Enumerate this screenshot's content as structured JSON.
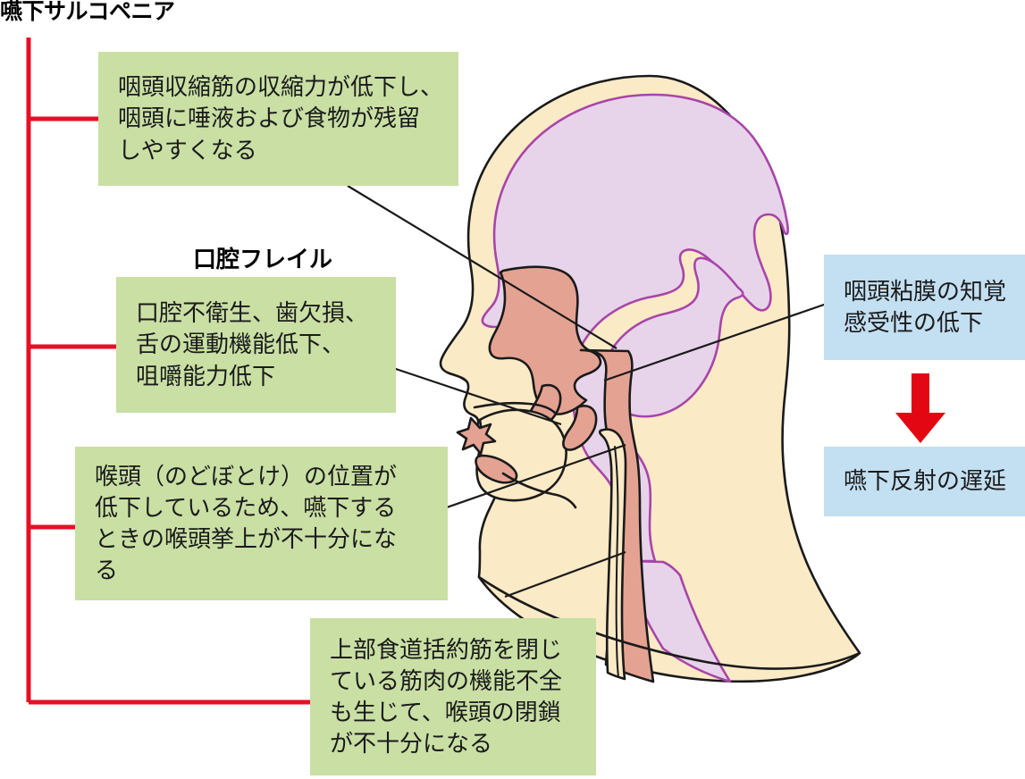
{
  "title": "嚥下サルコペニア",
  "colors": {
    "bracket_red": "#e60f25",
    "green_box": "#c9dfa4",
    "blue_box": "#c3dff2",
    "arrow_red": "#e30613",
    "skin": "#fbeac6",
    "brain": "#e7d4ea",
    "mucosa": "#e4a293",
    "outline": "#1a1a1a",
    "brain_outline": "#a845a8"
  },
  "section_labels": [
    {
      "name": "oral-frailty",
      "text": "口腔フレイル"
    }
  ],
  "callouts": [
    {
      "id": "pharyngeal-constrictor",
      "kind": "green",
      "text": "咽頭収縮筋の収縮力が低下し、\n咽頭に唾液および食物が残留\nしやすくなる"
    },
    {
      "id": "oral-frailty-detail",
      "kind": "green",
      "text": "口腔不衛生、歯欠損、\n舌の運動機能低下、\n咀嚼能力低下"
    },
    {
      "id": "larynx-position",
      "kind": "green",
      "text": "喉頭（のどぼとけ）の位置が\n低下しているため、嚥下する\nときの喉頭挙上が不十分にな\nる"
    },
    {
      "id": "upper-esophageal-sphincter",
      "kind": "green",
      "text": "上部食道括約筋を閉じ\nている筋肉の機能不全\nも生じて、喉頭の閉鎖\nが不十分になる"
    },
    {
      "id": "mucosa-sensation",
      "kind": "blue",
      "text": "咽頭粘膜の知覚\n感受性の低下"
    },
    {
      "id": "swallow-reflex-delay",
      "kind": "blue",
      "text": "嚥下反射の遅延"
    }
  ],
  "arrow": {
    "name": "down-arrow-icon",
    "direction": "down",
    "color": "#e30613"
  },
  "anatomy": {
    "name": "sagittal-head-neck-illustration",
    "parts": [
      "head-neck-outline",
      "cerebrum",
      "cerebellum",
      "brainstem",
      "spinal-cord",
      "nasal-cavity-mucosa",
      "oral-cavity",
      "tongue",
      "soft-palate",
      "pharynx",
      "epiglottis",
      "larynx",
      "trachea",
      "esophagus"
    ]
  }
}
